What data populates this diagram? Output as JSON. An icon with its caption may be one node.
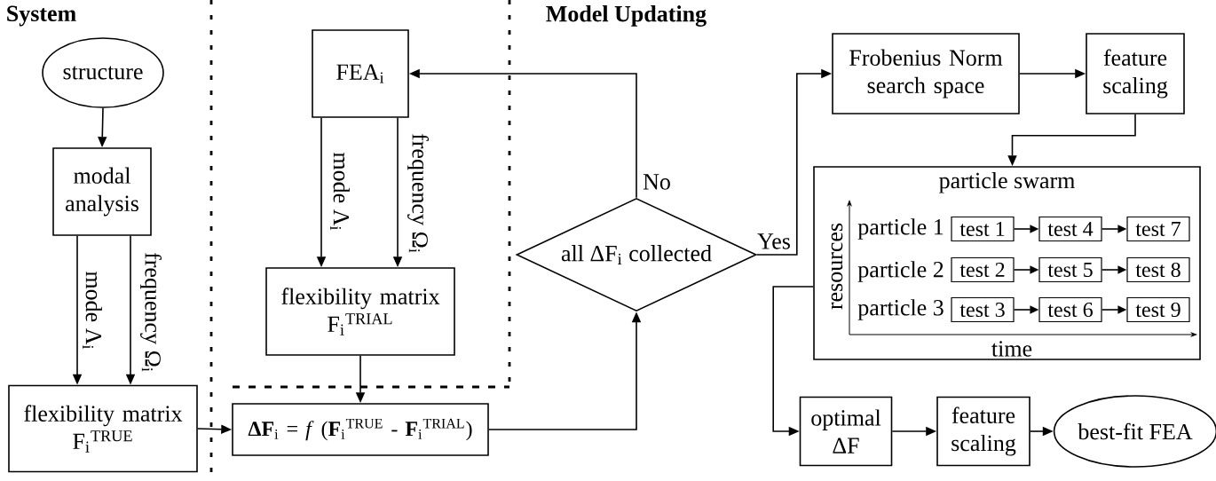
{
  "diagram": {
    "nodes": [
      {
        "text": [
          "structure"
        ]
      },
      {
        "text": [
          "modal analysis"
        ]
      },
      {
        "text": [
          "flexibility matrix",
          "F$_{i}$$^{TRUE}$"
        ]
      },
      {
        "text": [
          "FEA$_{i}$"
        ]
      },
      {
        "text": [
          "flexibility matrix",
          "F$_{i}$$^{TRIAL}$"
        ]
      },
      {
        "text": [
          "**ΔF**$_{i}$ = *f* (**F**$_{i}$$^{TRUE}$ - **F**$_{i}$$^{TRIAL}$)"
        ]
      },
      {
        "text": [
          "all ΔF$_{i}$ collected"
        ]
      },
      {
        "text": [
          "Frobenius Norm search space"
        ]
      },
      {
        "text": [
          "feature scaling"
        ]
      },
      {
        "text": [
          "particle swarm"
        ]
      },
      {
        "text": [
          "test 1"
        ],
        "in": 9
      },
      {
        "text": [
          "test 4"
        ],
        "in": 9
      },
      {
        "text": [
          "test 7"
        ],
        "in": 9
      },
      {
        "text": [
          "test 2"
        ],
        "in": 9
      },
      {
        "text": [
          "test 5"
        ],
        "in": 9
      },
      {
        "text": [
          "test 8"
        ],
        "in": 9
      },
      {
        "text": [
          "test 3"
        ],
        "in": 9
      },
      {
        "text": [
          "test 6"
        ],
        "in": 9
      },
      {
        "text": [
          "test 9"
        ],
        "in": 9
      },
      {
        "text": [
          "optimal ΔF"
        ]
      },
      {
        "text": [
          "feature scaling"
        ]
      },
      {
        "text": [
          "best-fit FEA"
        ]
      }
    ],
    "edges": [
      {
        "from": 0,
        "to": 1,
        "arrow": "to"
      },
      {
        "from": 1,
        "to": 2,
        "arrow": "to",
        "label": "mode Λ$_{i}$"
      },
      {
        "from": 1,
        "to": 2,
        "arrow": "to",
        "label": "frequency Ω$_{i}$"
      },
      {
        "from": 3,
        "to": 4,
        "arrow": "to",
        "label": "mode Λ$_{i}$"
      },
      {
        "from": 3,
        "to": 4,
        "arrow": "to",
        "label": "frequency Ω$_{i}$"
      },
      {
        "from": 4,
        "to": 5,
        "arrow": "to"
      },
      {
        "from": 2,
        "to": 5,
        "arrow": "to"
      },
      {
        "from": 5,
        "to": 6,
        "arrow": "to"
      },
      {
        "from": 6,
        "to": 3,
        "arrow": "to",
        "label": "No"
      },
      {
        "from": 6,
        "to": 7,
        "arrow": "to",
        "label": "Yes"
      },
      {
        "from": 7,
        "to": 8,
        "arrow": "to"
      },
      {
        "from": 8,
        "to": 9,
        "arrow": "to"
      },
      {
        "from": 10,
        "to": 11,
        "arrow": "to"
      },
      {
        "from": 11,
        "to": 12,
        "arrow": "to"
      },
      {
        "from": 13,
        "to": 14,
        "arrow": "to"
      },
      {
        "from": 14,
        "to": 15,
        "arrow": "to"
      },
      {
        "from": 16,
        "to": 17,
        "arrow": "to"
      },
      {
        "from": 17,
        "to": 18,
        "arrow": "to"
      },
      {
        "from": 9,
        "to": 19,
        "arrow": "to"
      },
      {
        "from": 19,
        "to": 20,
        "arrow": "to"
      },
      {
        "from": 20,
        "to": 21,
        "arrow": "to"
      }
    ],
    "labels": [
      "System",
      "Model Updating",
      "particle 1",
      "particle 2",
      "particle 3",
      "resources",
      "time"
    ]
  }
}
